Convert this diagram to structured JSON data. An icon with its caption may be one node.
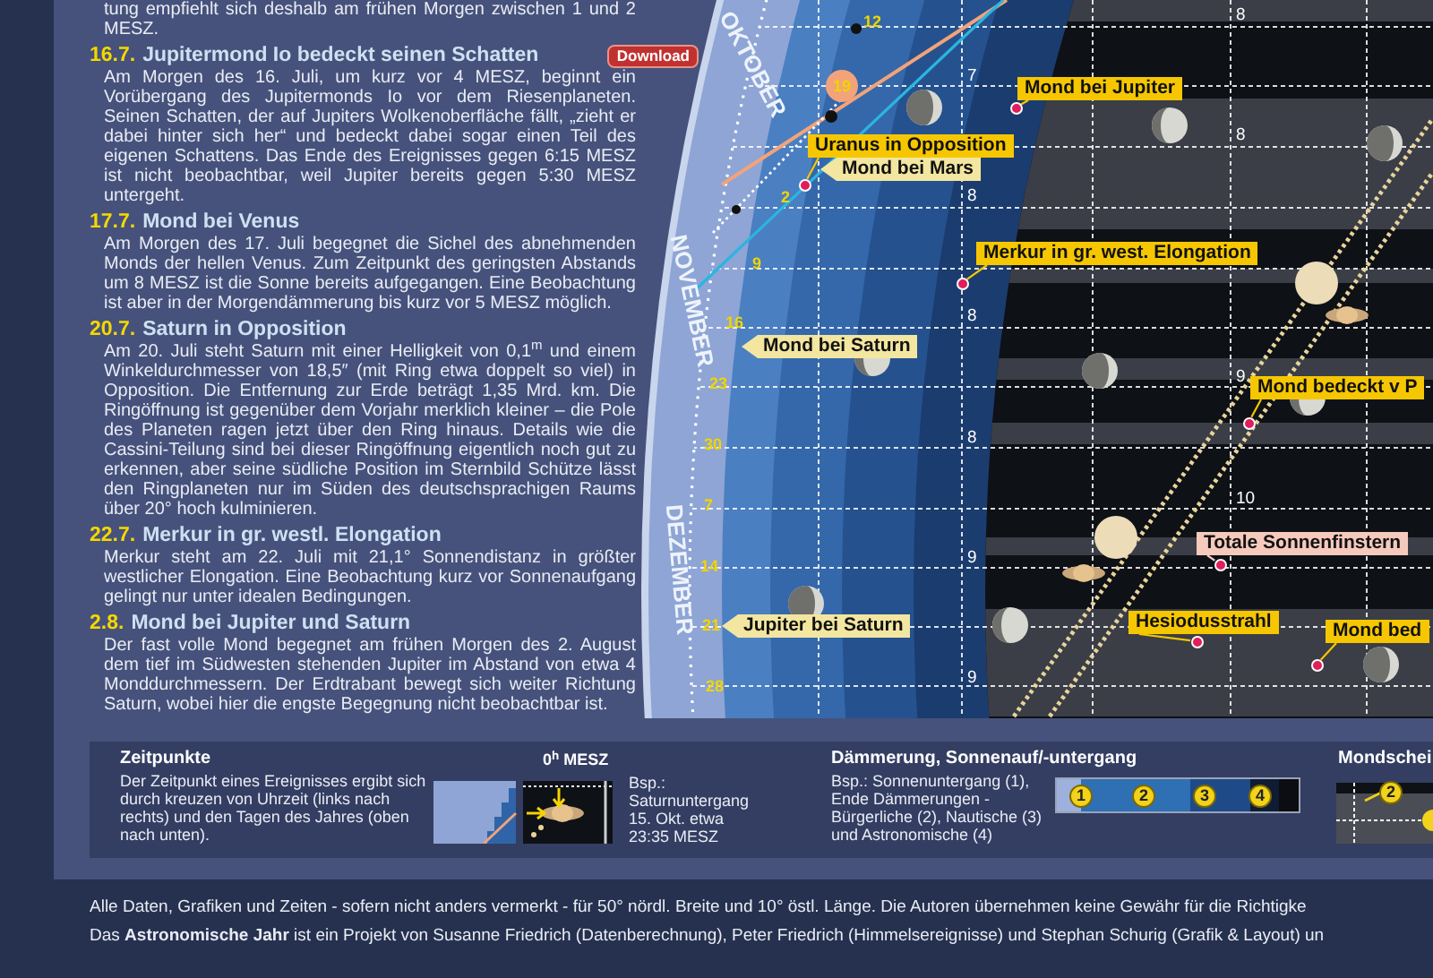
{
  "diagram": {
    "nodes": [
      {
        "text": [
          "Mond bei Jupiter"
        ]
      },
      {
        "text": [],
        "shape": "circle"
      },
      {
        "text": [
          "Uranus in Opposition"
        ]
      },
      {
        "text": [],
        "shape": "circle"
      },
      {
        "text": [
          "Mond bei Mars"
        ]
      },
      {
        "text": [
          "Merkur in gr. west. Elongation"
        ]
      },
      {
        "text": [],
        "shape": "circle"
      },
      {
        "text": [
          "Mond bei Saturn"
        ]
      },
      {
        "text": [
          "Mond bedeckt v P"
        ]
      },
      {
        "text": [],
        "shape": "circle"
      },
      {
        "text": [
          "Totale Sonnenfinstern"
        ]
      },
      {
        "text": [],
        "shape": "circle"
      },
      {
        "text": [
          "Jupiter bei Saturn"
        ]
      },
      {
        "text": [
          "Hesiodusstrahl"
        ]
      },
      {
        "text": [],
        "shape": "circle"
      },
      {
        "text": [
          "Mond bed"
        ]
      },
      {
        "text": [],
        "shape": "circle"
      }
    ],
    "edges": [
      {
        "from": 0,
        "to": 1,
        "arrow": "none"
      },
      {
        "from": 2,
        "to": 3,
        "arrow": "none"
      },
      {
        "from": 5,
        "to": 6,
        "arrow": "none"
      },
      {
        "from": 8,
        "to": 9,
        "arrow": "none"
      },
      {
        "from": 10,
        "to": 11,
        "arrow": "none",
        "color": "#f6c9bd"
      },
      {
        "from": 13,
        "to": 14,
        "arrow": "none"
      },
      {
        "from": 15,
        "to": 16,
        "arrow": "none"
      }
    ],
    "labels": [
      "tung empfiehlt sich deshalb am frühen Morgen zwischen 1 und 2 MESZ.",
      "16.7.",
      "Jupitermond Io bedeckt seinen Schatten",
      "Download",
      "Am Morgen des 16. Juli, um kurz vor 4 MESZ, beginnt ein Vorübergang des Jupitermonds Io vor dem Riesenplaneten. Seinen Schatten, der auf Jupiters Wolkenoberfläche fällt, „zieht er dabei hinter sich her“ und bedeckt dabei sogar einen Teil des eigenen Schattens. Das Ende des Ereignisses gegen 6:15 MESZ ist nicht beobachtbar, weil Jupiter bereits gegen 5:30 MESZ untergeht.",
      "17.7.",
      "Mond bei Venus",
      "Am Morgen des 17. Juli begegnet die Sichel des abnehmenden Monds der hellen Venus. Zum Zeitpunkt des geringsten Abstands um 8 MESZ ist die Sonne bereits aufgegangen. Eine Beobachtung ist aber in der Morgendämmerung bis kurz vor 5 MESZ möglich.",
      "20.7.",
      "Saturn in Opposition",
      "Am 20. Juli steht Saturn mit einer Helligkeit von 0,1$^{m}$ und einem Winkeldurchmesser von 18,5″ (mit Ring etwa doppelt so viel) in Opposition. Die Entfernung zur Erde beträgt 1,35 Mrd. km. Die Ringöffnung ist gegenüber dem Vorjahr merklich kleiner – die Pole des Planeten ragen jetzt über den Ring hinaus. Details wie die Cassini-Teilung sind bei dieser Ringöffnung eigentlich noch gut zu erkennen, aber seine südliche Position im Sternbild Schütze lässt den Ringplaneten nur im Süden des deutschsprachigen Raums über 20° hoch kulminieren.",
      "22.7.",
      "Merkur in gr. westl. Elongation",
      "Merkur steht am 22. Juli mit 21,1° Sonnendistanz in größter westlicher Elongation. Eine Beobachtung kurz vor Sonnenaufgang gelingt nur unter idealen Bedingungen.",
      "2.8.",
      "Mond bei Jupiter und Saturn",
      "Der fast volle Mond begegnet am frühen Morgen des 2. August dem tief im Südwesten stehenden Jupiter im Abstand von etwa 4 Monddurchmessern. Der Erdtrabant bewegt sich weiter Richtung Saturn, wobei hier die engste Begegnung nicht beobachtbar ist.",
      "OKTOBER",
      "NOVEMBER",
      "DEZEMBER",
      "12",
      "19",
      "2",
      "9",
      "16",
      "23",
      "30",
      "7",
      "14",
      "21",
      "28",
      "8",
      "7",
      "8",
      "8",
      "8",
      "9",
      "8",
      "10",
      "9",
      "9",
      "Zeitpunkte",
      "Der Zeitpunkt eines Ereignisses ergibt sich durch kreuzen von Uhrzeit (links nach rechts) und den Tagen des Jahres (oben nach unten).",
      "0$^{h}$ MESZ",
      "Bsp.: Saturnuntergang 15. Okt. etwa 23:35 MESZ",
      "Dämmerung, Sonnenauf/-untergang",
      "Bsp.: Sonnenuntergang (1), Ende Dämmerungen - Bürgerliche (2), Nautische (3) und Astronomische (4)",
      "1",
      "2",
      "3",
      "4",
      "Mondschei",
      "2",
      "Alle Daten, Grafiken und Zeiten - sofern nicht anders vermerkt - für 50° nördl. Breite und 10° östl. Länge. Die Autoren übernehmen keine Gewähr für die Richtigke",
      "Das **Astronomische Jahr** ist ein Projekt von Susanne Friedrich (Datenberechnung), Peter Friedrich (Himmelsereignisse) und Stephan Schurig (Grafik & Layout) un"
    ]
  }
}
